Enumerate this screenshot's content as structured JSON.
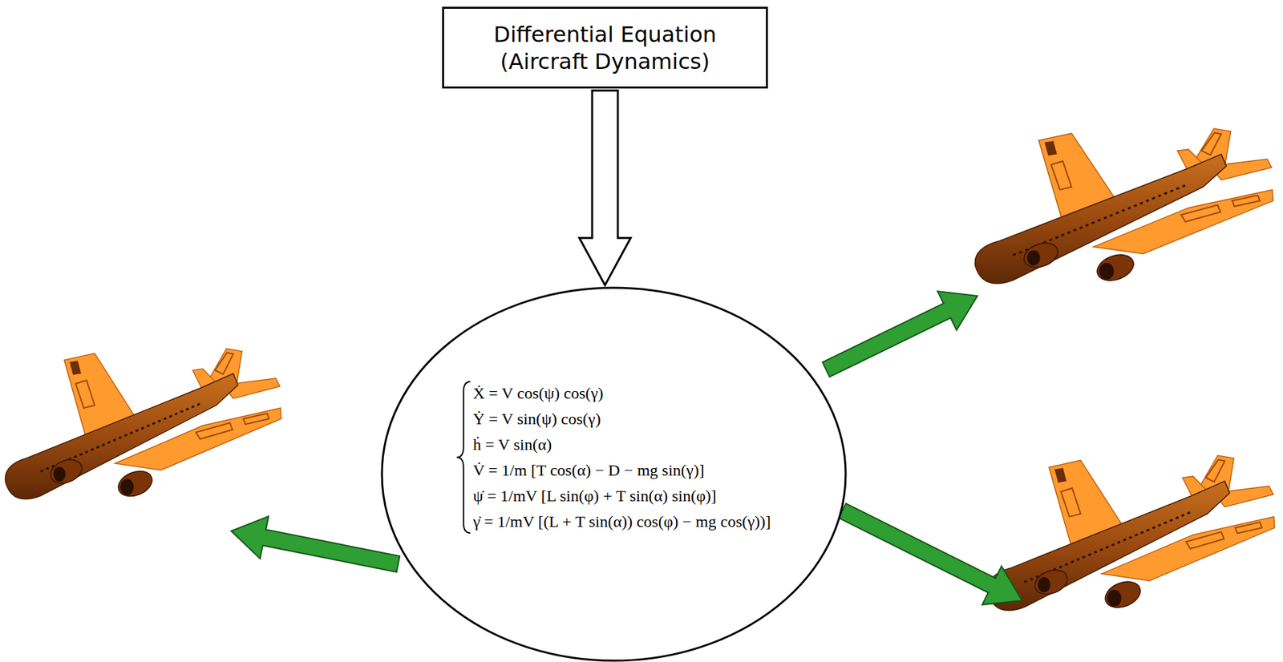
{
  "diagram": {
    "nodes": [
      {
        "text": [
          "Differential Equation (Aircraft Dynamics)"
        ]
      },
      {
        "text": [
          "Ẋ = V cos(ψ) cos(γ)",
          "Ẏ = V sin(ψ) cos(γ)",
          "ḣ = V sin(α)",
          "V̇ = 1/m [T cos(α) − D − mg sin(γ)]",
          "ψ̇ = 1/mV [L sin(φ) + T sin(α) sin(φ)]",
          "γ̇ = 1/mV [(L + T sin(α)) cos(φ) − mg cos(γ))]"
        ]
      }
    ],
    "edges": [
      {
        "from": 0,
        "to": 1,
        "arrow": "to"
      }
    ]
  }
}
